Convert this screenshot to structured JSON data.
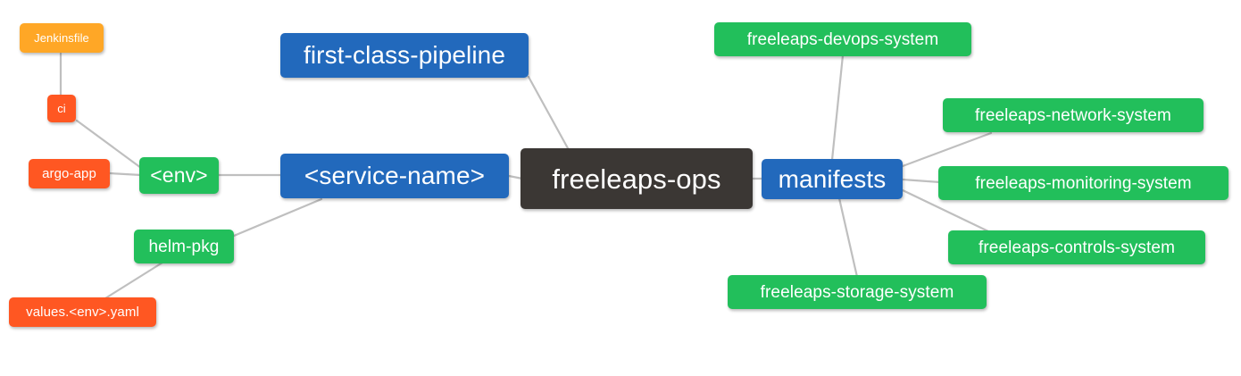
{
  "diagram": {
    "type": "mindmap",
    "title": "freeleaps-ops",
    "background": "#ffffff",
    "edge_color": "#bfbfbf",
    "palette": {
      "root_dark": "#3b3734",
      "blue": "#2269bc",
      "green": "#22bf5b",
      "orange": "#ffa726",
      "red": "#ff5722",
      "text": "#ffffff"
    }
  },
  "nodes": [
    {
      "id": "freeleaps-ops",
      "label": "freeleaps-ops",
      "color": "#3b3734",
      "level": 0
    },
    {
      "id": "service-name",
      "label": "<service-name>",
      "color": "#2269bc",
      "level": 1
    },
    {
      "id": "manifests",
      "label": "manifests",
      "color": "#2269bc",
      "level": 1
    },
    {
      "id": "first-class-pipeline",
      "label": "first-class-pipeline",
      "color": "#2269bc",
      "level": 2
    },
    {
      "id": "env",
      "label": "<env>",
      "color": "#22bf5b",
      "level": 2
    },
    {
      "id": "helm-pkg",
      "label": "helm-pkg",
      "color": "#22bf5b",
      "level": 2
    },
    {
      "id": "jenkinsfile",
      "label": "Jenkinsfile",
      "color": "#ffa726",
      "level": 4
    },
    {
      "id": "ci",
      "label": "ci",
      "color": "#ff5722",
      "level": 3
    },
    {
      "id": "argo-app",
      "label": "argo-app",
      "color": "#ff5722",
      "level": 3
    },
    {
      "id": "values-env-yaml",
      "label": "values.<env>.yaml",
      "color": "#ff5722",
      "level": 3
    },
    {
      "id": "freeleaps-devops-system",
      "label": "freeleaps-devops-system",
      "color": "#22bf5b",
      "level": 2
    },
    {
      "id": "freeleaps-network-system",
      "label": "freeleaps-network-system",
      "color": "#22bf5b",
      "level": 2
    },
    {
      "id": "freeleaps-monitoring-system",
      "label": "freeleaps-monitoring-system",
      "color": "#22bf5b",
      "level": 2
    },
    {
      "id": "freeleaps-controls-system",
      "label": "freeleaps-controls-system",
      "color": "#22bf5b",
      "level": 2
    },
    {
      "id": "freeleaps-storage-system",
      "label": "freeleaps-storage-system",
      "color": "#22bf5b",
      "level": 2
    }
  ],
  "edges": [
    {
      "from": "freeleaps-ops",
      "to": "service-name"
    },
    {
      "from": "freeleaps-ops",
      "to": "manifests"
    },
    {
      "from": "service-name",
      "to": "first-class-pipeline"
    },
    {
      "from": "service-name",
      "to": "env"
    },
    {
      "from": "service-name",
      "to": "helm-pkg"
    },
    {
      "from": "env",
      "to": "ci"
    },
    {
      "from": "env",
      "to": "argo-app"
    },
    {
      "from": "ci",
      "to": "jenkinsfile"
    },
    {
      "from": "helm-pkg",
      "to": "values-env-yaml"
    },
    {
      "from": "manifests",
      "to": "freeleaps-devops-system"
    },
    {
      "from": "manifests",
      "to": "freeleaps-network-system"
    },
    {
      "from": "manifests",
      "to": "freeleaps-monitoring-system"
    },
    {
      "from": "manifests",
      "to": "freeleaps-controls-system"
    },
    {
      "from": "manifests",
      "to": "freeleaps-storage-system"
    }
  ]
}
